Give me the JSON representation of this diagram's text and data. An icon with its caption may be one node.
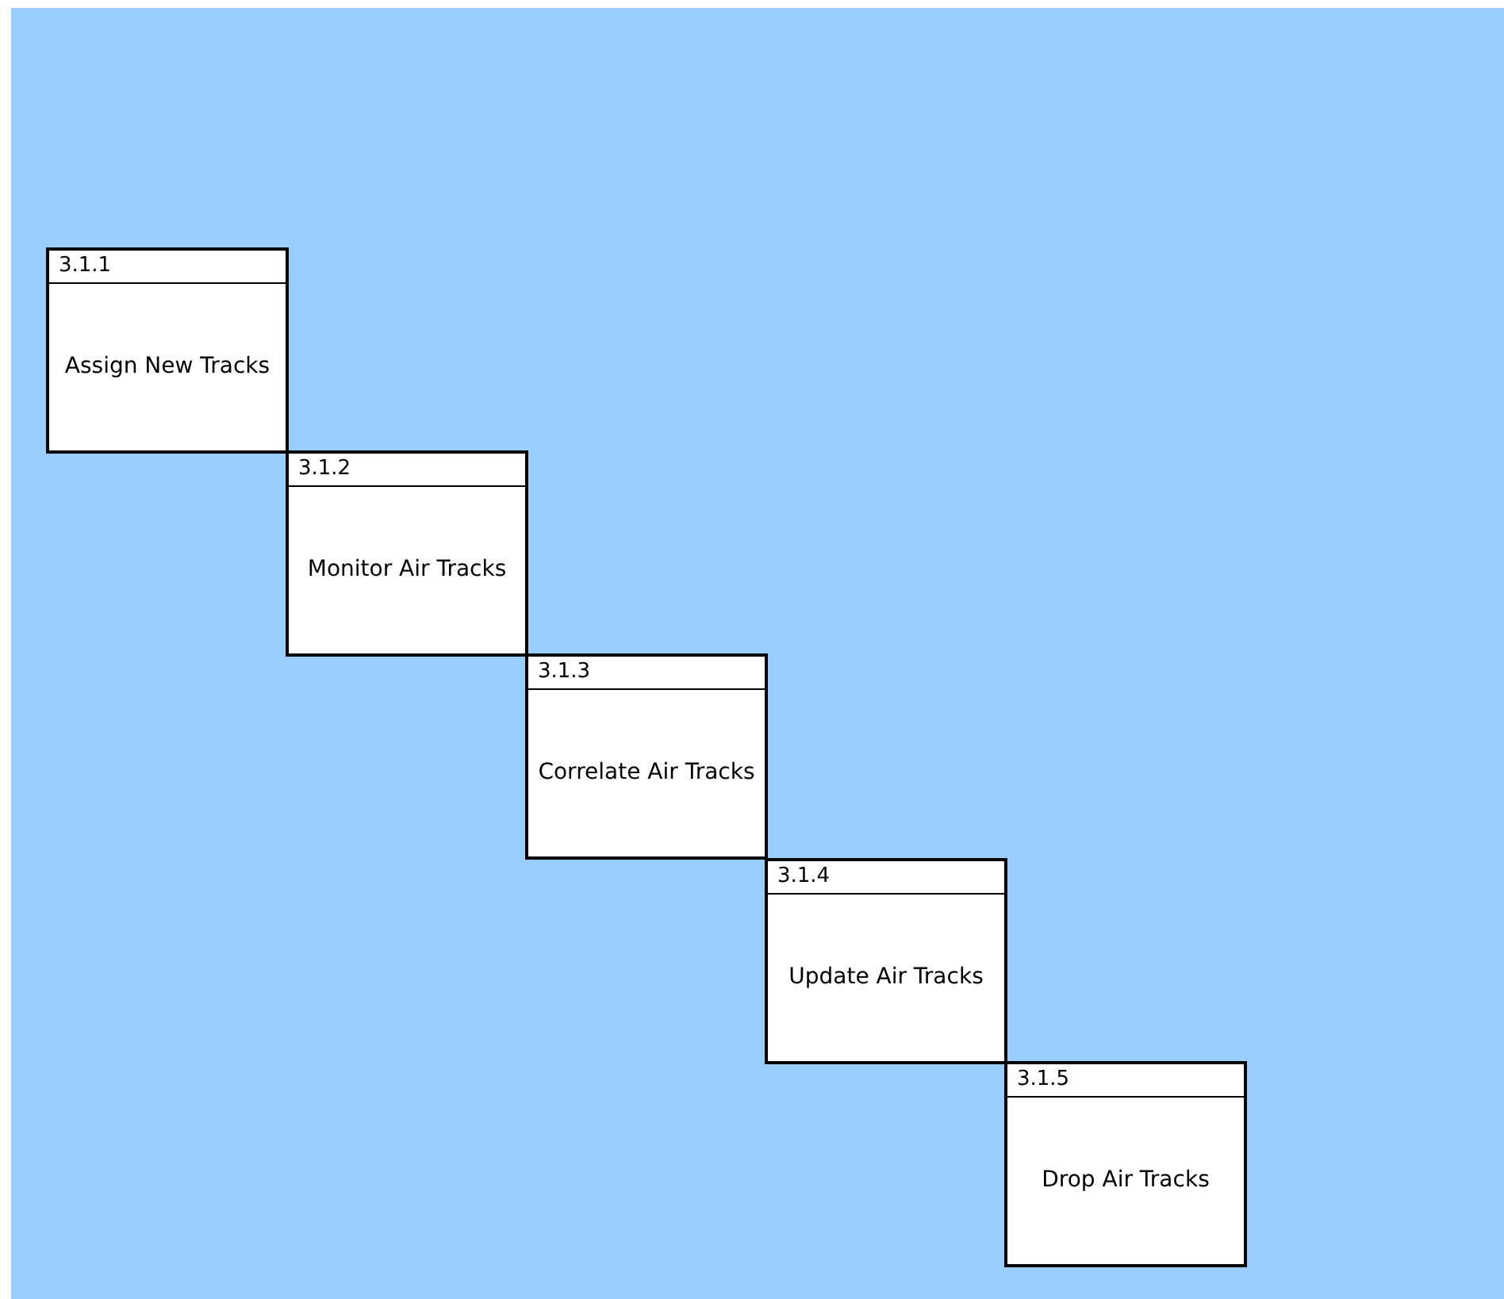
{
  "diagram": {
    "nodes": [
      {
        "text": [
          "3.1.1",
          "Assign New Tracks"
        ]
      },
      {
        "text": [
          "3.1.2",
          "Monitor Air Tracks"
        ]
      },
      {
        "text": [
          "3.1.3",
          "Correlate Air Tracks"
        ]
      },
      {
        "text": [
          "3.1.4",
          "Update Air Tracks"
        ]
      },
      {
        "text": [
          "3.1.5",
          "Drop Air Tracks"
        ]
      }
    ],
    "edges": []
  }
}
